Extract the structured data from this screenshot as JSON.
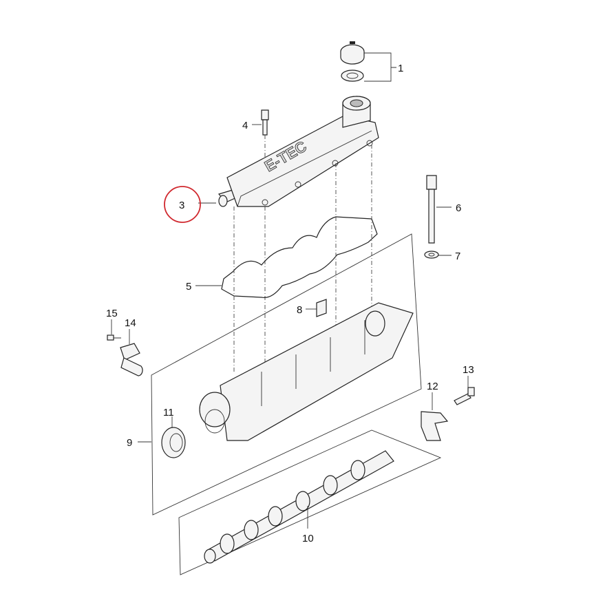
{
  "diagram": {
    "cover_logo_text": "E-TEC",
    "highlight_color": "#d0282e",
    "highlighted_part": "3",
    "callouts": [
      {
        "id": "1",
        "label": "1"
      },
      {
        "id": "3",
        "label": "3"
      },
      {
        "id": "4",
        "label": "4"
      },
      {
        "id": "5",
        "label": "5"
      },
      {
        "id": "6",
        "label": "6"
      },
      {
        "id": "7",
        "label": "7"
      },
      {
        "id": "8",
        "label": "8"
      },
      {
        "id": "9",
        "label": "9"
      },
      {
        "id": "10",
        "label": "10"
      },
      {
        "id": "11",
        "label": "11"
      },
      {
        "id": "12",
        "label": "12"
      },
      {
        "id": "13",
        "label": "13"
      },
      {
        "id": "14",
        "label": "14"
      },
      {
        "id": "15",
        "label": "15"
      }
    ]
  }
}
